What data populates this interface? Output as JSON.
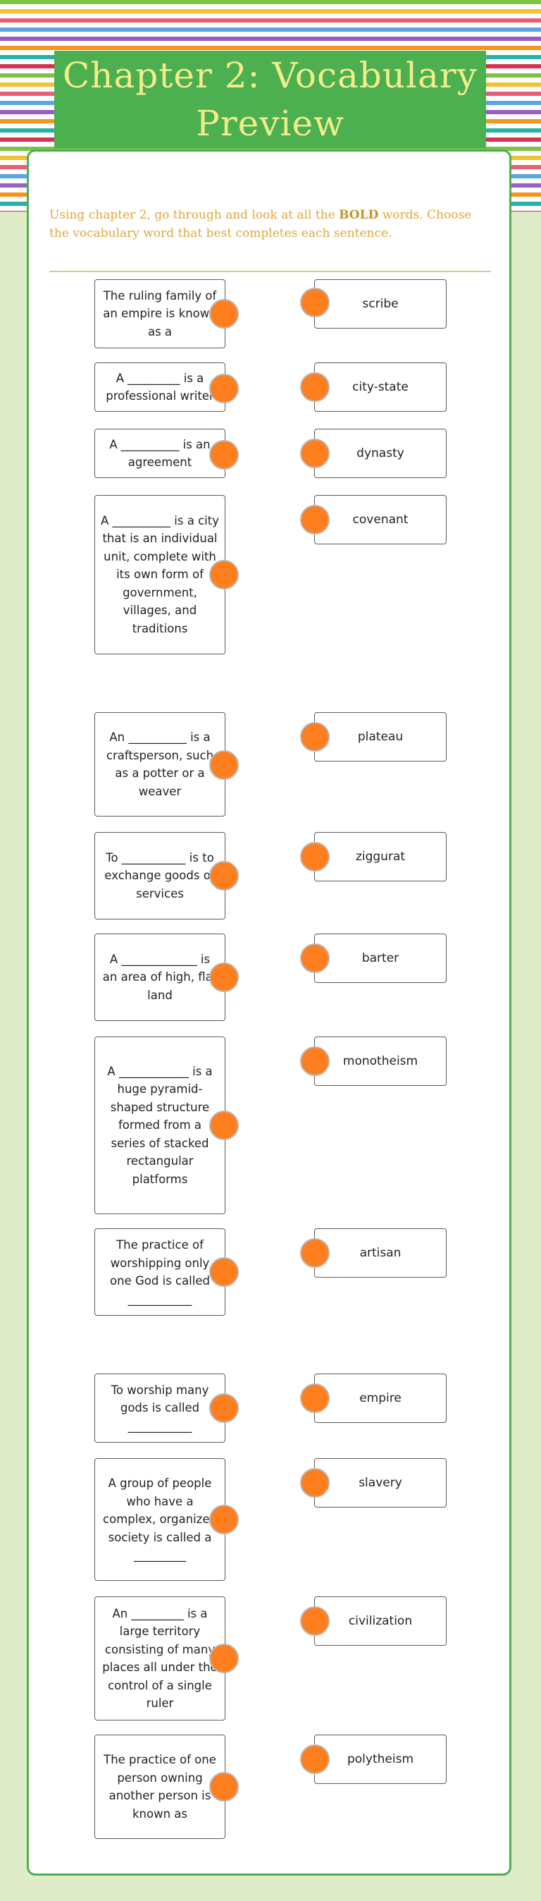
{
  "title": "Chapter 2: Vocabulary Preview",
  "instructions": {
    "before": "Using chapter 2, go through and look at all the ",
    "bold": "BOLD",
    "after": " words. Choose the vocabulary word that best completes each sentence."
  },
  "questions": [
    "The ruling family of an empire is known as a",
    "A _________ is a professional writer",
    "A __________ is an agreement",
    "A __________ is a city that is an individual unit, complete with its own form of government, villages, and traditions",
    "An __________ is a craftsperson, such as a potter or a weaver",
    "To ___________ is to exchange goods or services",
    "A _____________ is an area of high, flat land",
    "A ____________ is a huge pyramid-shaped structure formed from a series of stacked rectangular platforms",
    "The practice of worshipping only one God is called ___________",
    "To worship many gods is called ___________",
    "A group of people who have a complex, organized society is called a _________",
    "An _________ is a large territory consisting of many places all under the control of a single ruler",
    "The practice of one person owning another person is known as"
  ],
  "answers": [
    "scribe",
    "city-state",
    "dynasty",
    "covenant",
    "plateau",
    "ziggurat",
    "barter",
    "monotheism",
    "artisan",
    "empire",
    "slavery",
    "civilization",
    "polytheism"
  ],
  "colors": {
    "header_bg": "#4caf50",
    "title_text": "#f3ec8a",
    "instructions_text": "#e0a73f",
    "connector_dot": "#ff7f1e",
    "page_bg": "#e0ecc7"
  },
  "icons": {
    "connector": "connector-dot-icon"
  }
}
